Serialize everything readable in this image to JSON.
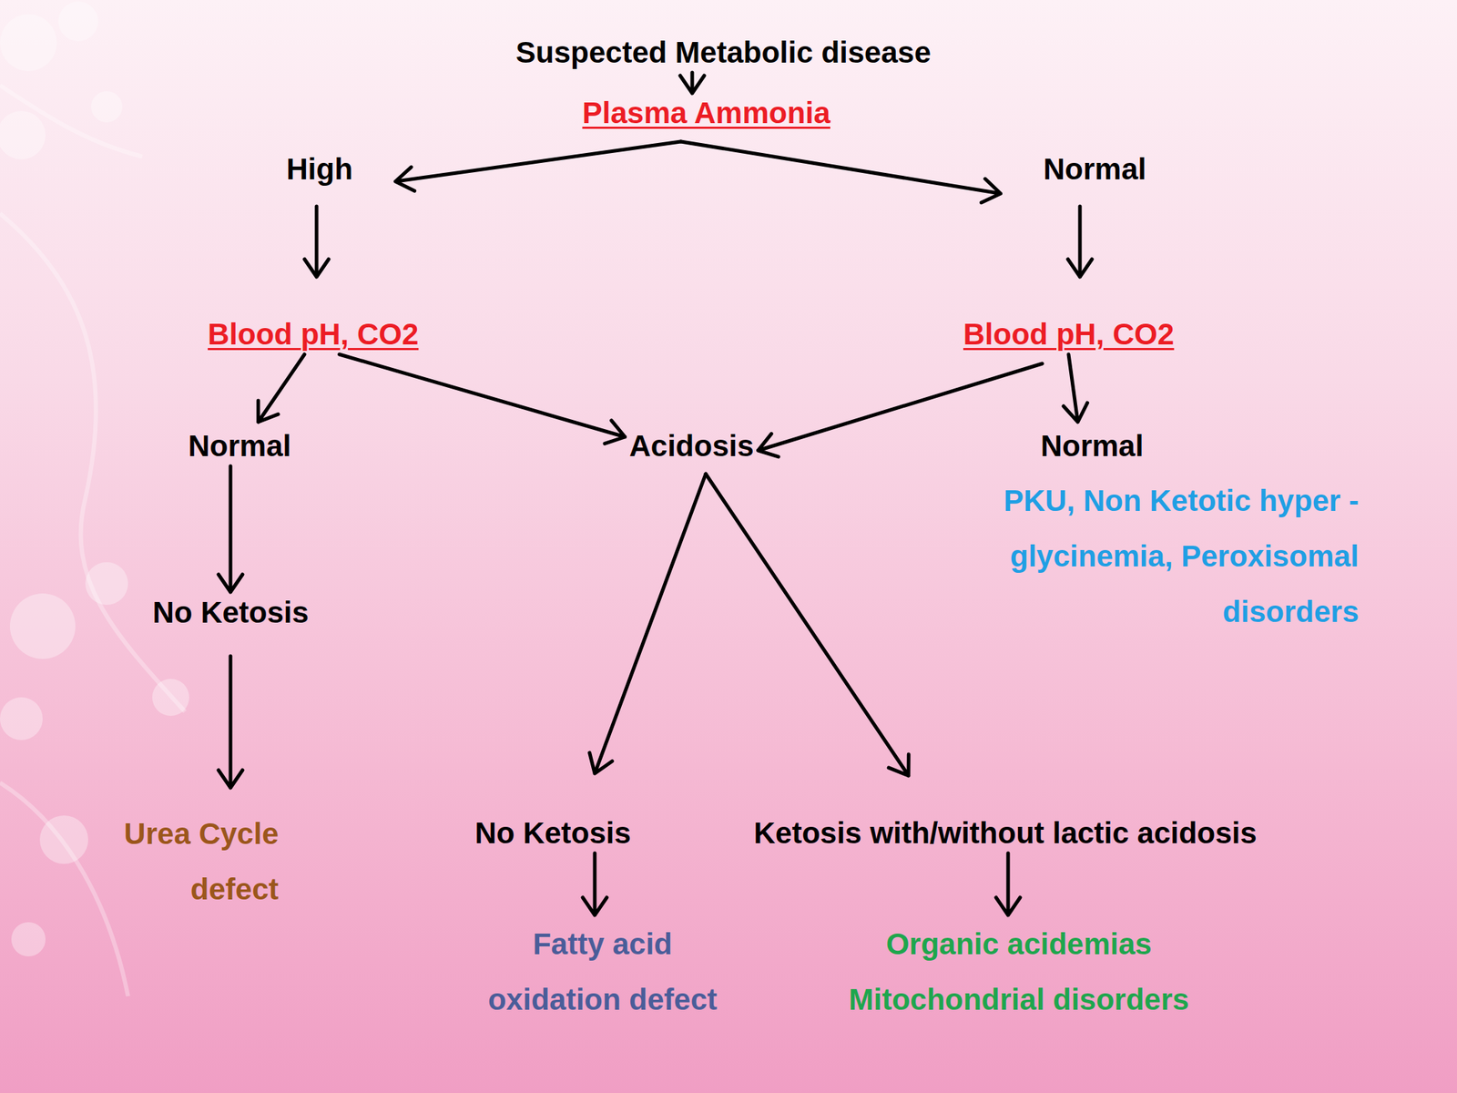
{
  "diagram": {
    "nodes": [
      {
        "text": [
          "Suspected Metabolic disease"
        ]
      },
      {
        "text": [
          "Plasma Ammonia"
        ]
      },
      {
        "text": [
          "High"
        ]
      },
      {
        "text": [
          "Normal"
        ]
      },
      {
        "text": [
          "Blood pH, CO2"
        ]
      },
      {
        "text": [
          "Blood pH, CO2"
        ]
      },
      {
        "text": [
          "Normal"
        ]
      },
      {
        "text": [
          "Acidosis"
        ]
      },
      {
        "text": [
          "Normal",
          "PKU, Non Ketotic hyper -glycinemia, Peroxisomal disorders"
        ]
      },
      {
        "text": [
          "No Ketosis"
        ]
      },
      {
        "text": [
          "Urea Cycle defect"
        ]
      },
      {
        "text": [
          "No Ketosis"
        ]
      },
      {
        "text": [
          "Ketosis with/without lactic acidosis"
        ]
      },
      {
        "text": [
          "Fatty acid oxidation defect"
        ]
      },
      {
        "text": [
          "Organic acidemias",
          "Mitochondrial disorders"
        ]
      }
    ],
    "edges": [
      {
        "from": 0,
        "to": 1,
        "arrow": "to"
      },
      {
        "from": 1,
        "to": 2,
        "arrow": "to"
      },
      {
        "from": 1,
        "to": 3,
        "arrow": "to"
      },
      {
        "from": 2,
        "to": 4,
        "arrow": "to"
      },
      {
        "from": 3,
        "to": 5,
        "arrow": "to"
      },
      {
        "from": 4,
        "to": 6,
        "arrow": "to"
      },
      {
        "from": 4,
        "to": 7,
        "arrow": "to"
      },
      {
        "from": 5,
        "to": 7,
        "arrow": "to"
      },
      {
        "from": 5,
        "to": 8,
        "arrow": "to"
      },
      {
        "from": 6,
        "to": 9,
        "arrow": "to"
      },
      {
        "from": 9,
        "to": 10,
        "arrow": "to"
      },
      {
        "from": 7,
        "to": 11,
        "arrow": "to"
      },
      {
        "from": 7,
        "to": 12,
        "arrow": "to"
      },
      {
        "from": 11,
        "to": 13,
        "arrow": "to"
      },
      {
        "from": 12,
        "to": 14,
        "arrow": "to"
      }
    ]
  }
}
